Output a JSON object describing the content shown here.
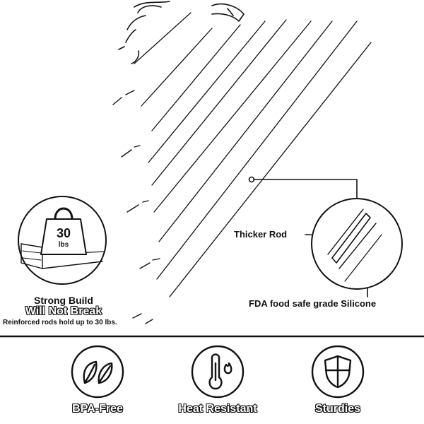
{
  "callouts": {
    "thicker_rod": "Thicker Rod",
    "silicone": "FDA food safe grade Silicone"
  },
  "strength": {
    "heading": "Strong Build",
    "subheading": "Will Not Break",
    "detail": "Reinforced rods hold up to 30 lbs.",
    "weight_number": "30",
    "weight_unit": "lbs"
  },
  "features": [
    {
      "label": "BPA-Free",
      "icon": "leaves-icon"
    },
    {
      "label": "Heat Resistant",
      "icon": "thermometer-flame-icon"
    },
    {
      "label": "Sturdies",
      "icon": "shield-icon"
    }
  ],
  "colors": {
    "line": "#111111",
    "background": "#ffffff"
  }
}
